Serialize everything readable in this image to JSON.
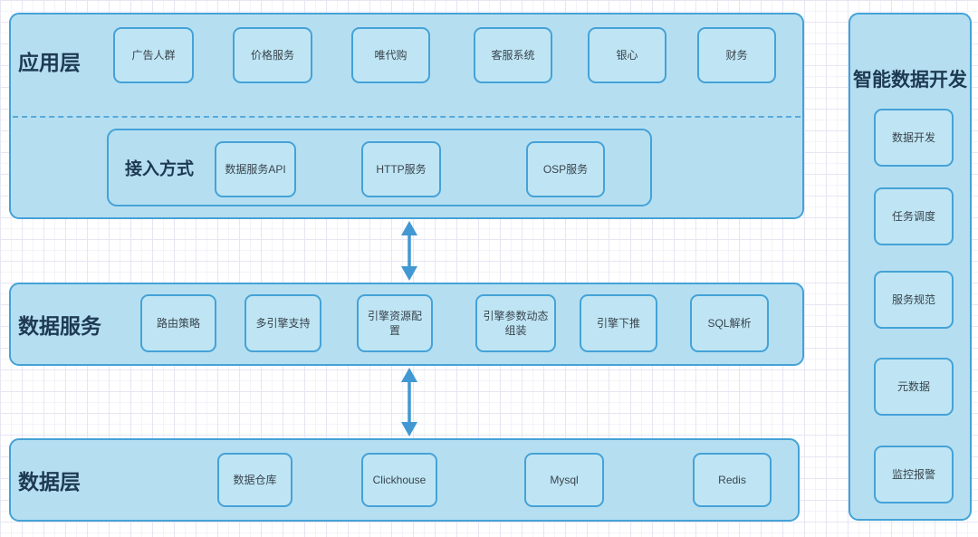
{
  "colors": {
    "panel_fill": "#b5dff1",
    "node_fill": "#bfe5f4",
    "border": "#45a2d7",
    "arrow": "#4298d2",
    "title_text": "#1e3a52",
    "node_text": "#39444d",
    "grid_line": "#e6e6f4"
  },
  "app_layer": {
    "title": "应用层",
    "apps": [
      "广告人群",
      "价格服务",
      "唯代购",
      "客服系统",
      "银心",
      "财务"
    ],
    "access": {
      "title": "接入方式",
      "items": [
        "数据服务API",
        "HTTP服务",
        "OSP服务"
      ]
    }
  },
  "data_services": {
    "title": "数据服务",
    "items": [
      "路由策略",
      "多引擎支持",
      "引擎资源配置",
      "引擎参数动态组装",
      "引擎下推",
      "SQL解析"
    ]
  },
  "data_layer": {
    "title": "数据层",
    "items": [
      "数据仓库",
      "Clickhouse",
      "Mysql",
      "Redis"
    ]
  },
  "sidebar": {
    "title": "智能数据开发",
    "items": [
      "数据开发",
      "任务调度",
      "服务规范",
      "元数据",
      "监控报警"
    ]
  }
}
